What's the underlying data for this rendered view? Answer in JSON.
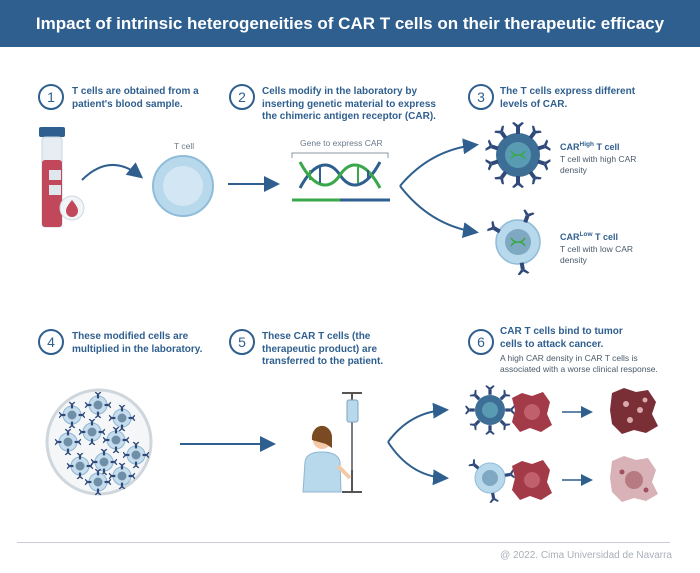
{
  "header": {
    "title": "Impact of intrinsic heterogeneities of CAR T cells on their therapeutic efficacy"
  },
  "steps": [
    {
      "number": "1",
      "text": "T cells are obtained from a patient's blood sample."
    },
    {
      "number": "2",
      "text": "Cells modify in the laboratory by inserting genetic material to express the chimeric antigen receptor (CAR)."
    },
    {
      "number": "3",
      "text": "The T cells express different levels of CAR."
    },
    {
      "number": "4",
      "text": "These modified cells are multiplied in the laboratory."
    },
    {
      "number": "5",
      "text": "These CAR T cells (the therapeutic product) are transferred to the patient."
    },
    {
      "number": "6",
      "text": "CAR T cells bind to tumor cells to attack cancer.",
      "note": "A high CAR density in CAR T cells is associated with a worse clinical response."
    }
  ],
  "labels": {
    "t_cell": "T cell",
    "gene": "Gene to express CAR",
    "car_high_base": "CAR",
    "car_high_sup": "High",
    "car_high_suffix": " T cell",
    "car_high_desc": "T cell with high CAR density",
    "car_low_base": "CAR",
    "car_low_sup": "Low",
    "car_low_suffix": " T cell",
    "car_low_desc": "T cell with low CAR density"
  },
  "footer": {
    "credit": "@ 2022. Cima Universidad de Navarra"
  },
  "colors": {
    "primary": "#2f5f8e",
    "tube": "#c0485a",
    "cell": "#b8d8ec",
    "tumor": "#a33a48",
    "dna_green": "#3aa84a"
  }
}
